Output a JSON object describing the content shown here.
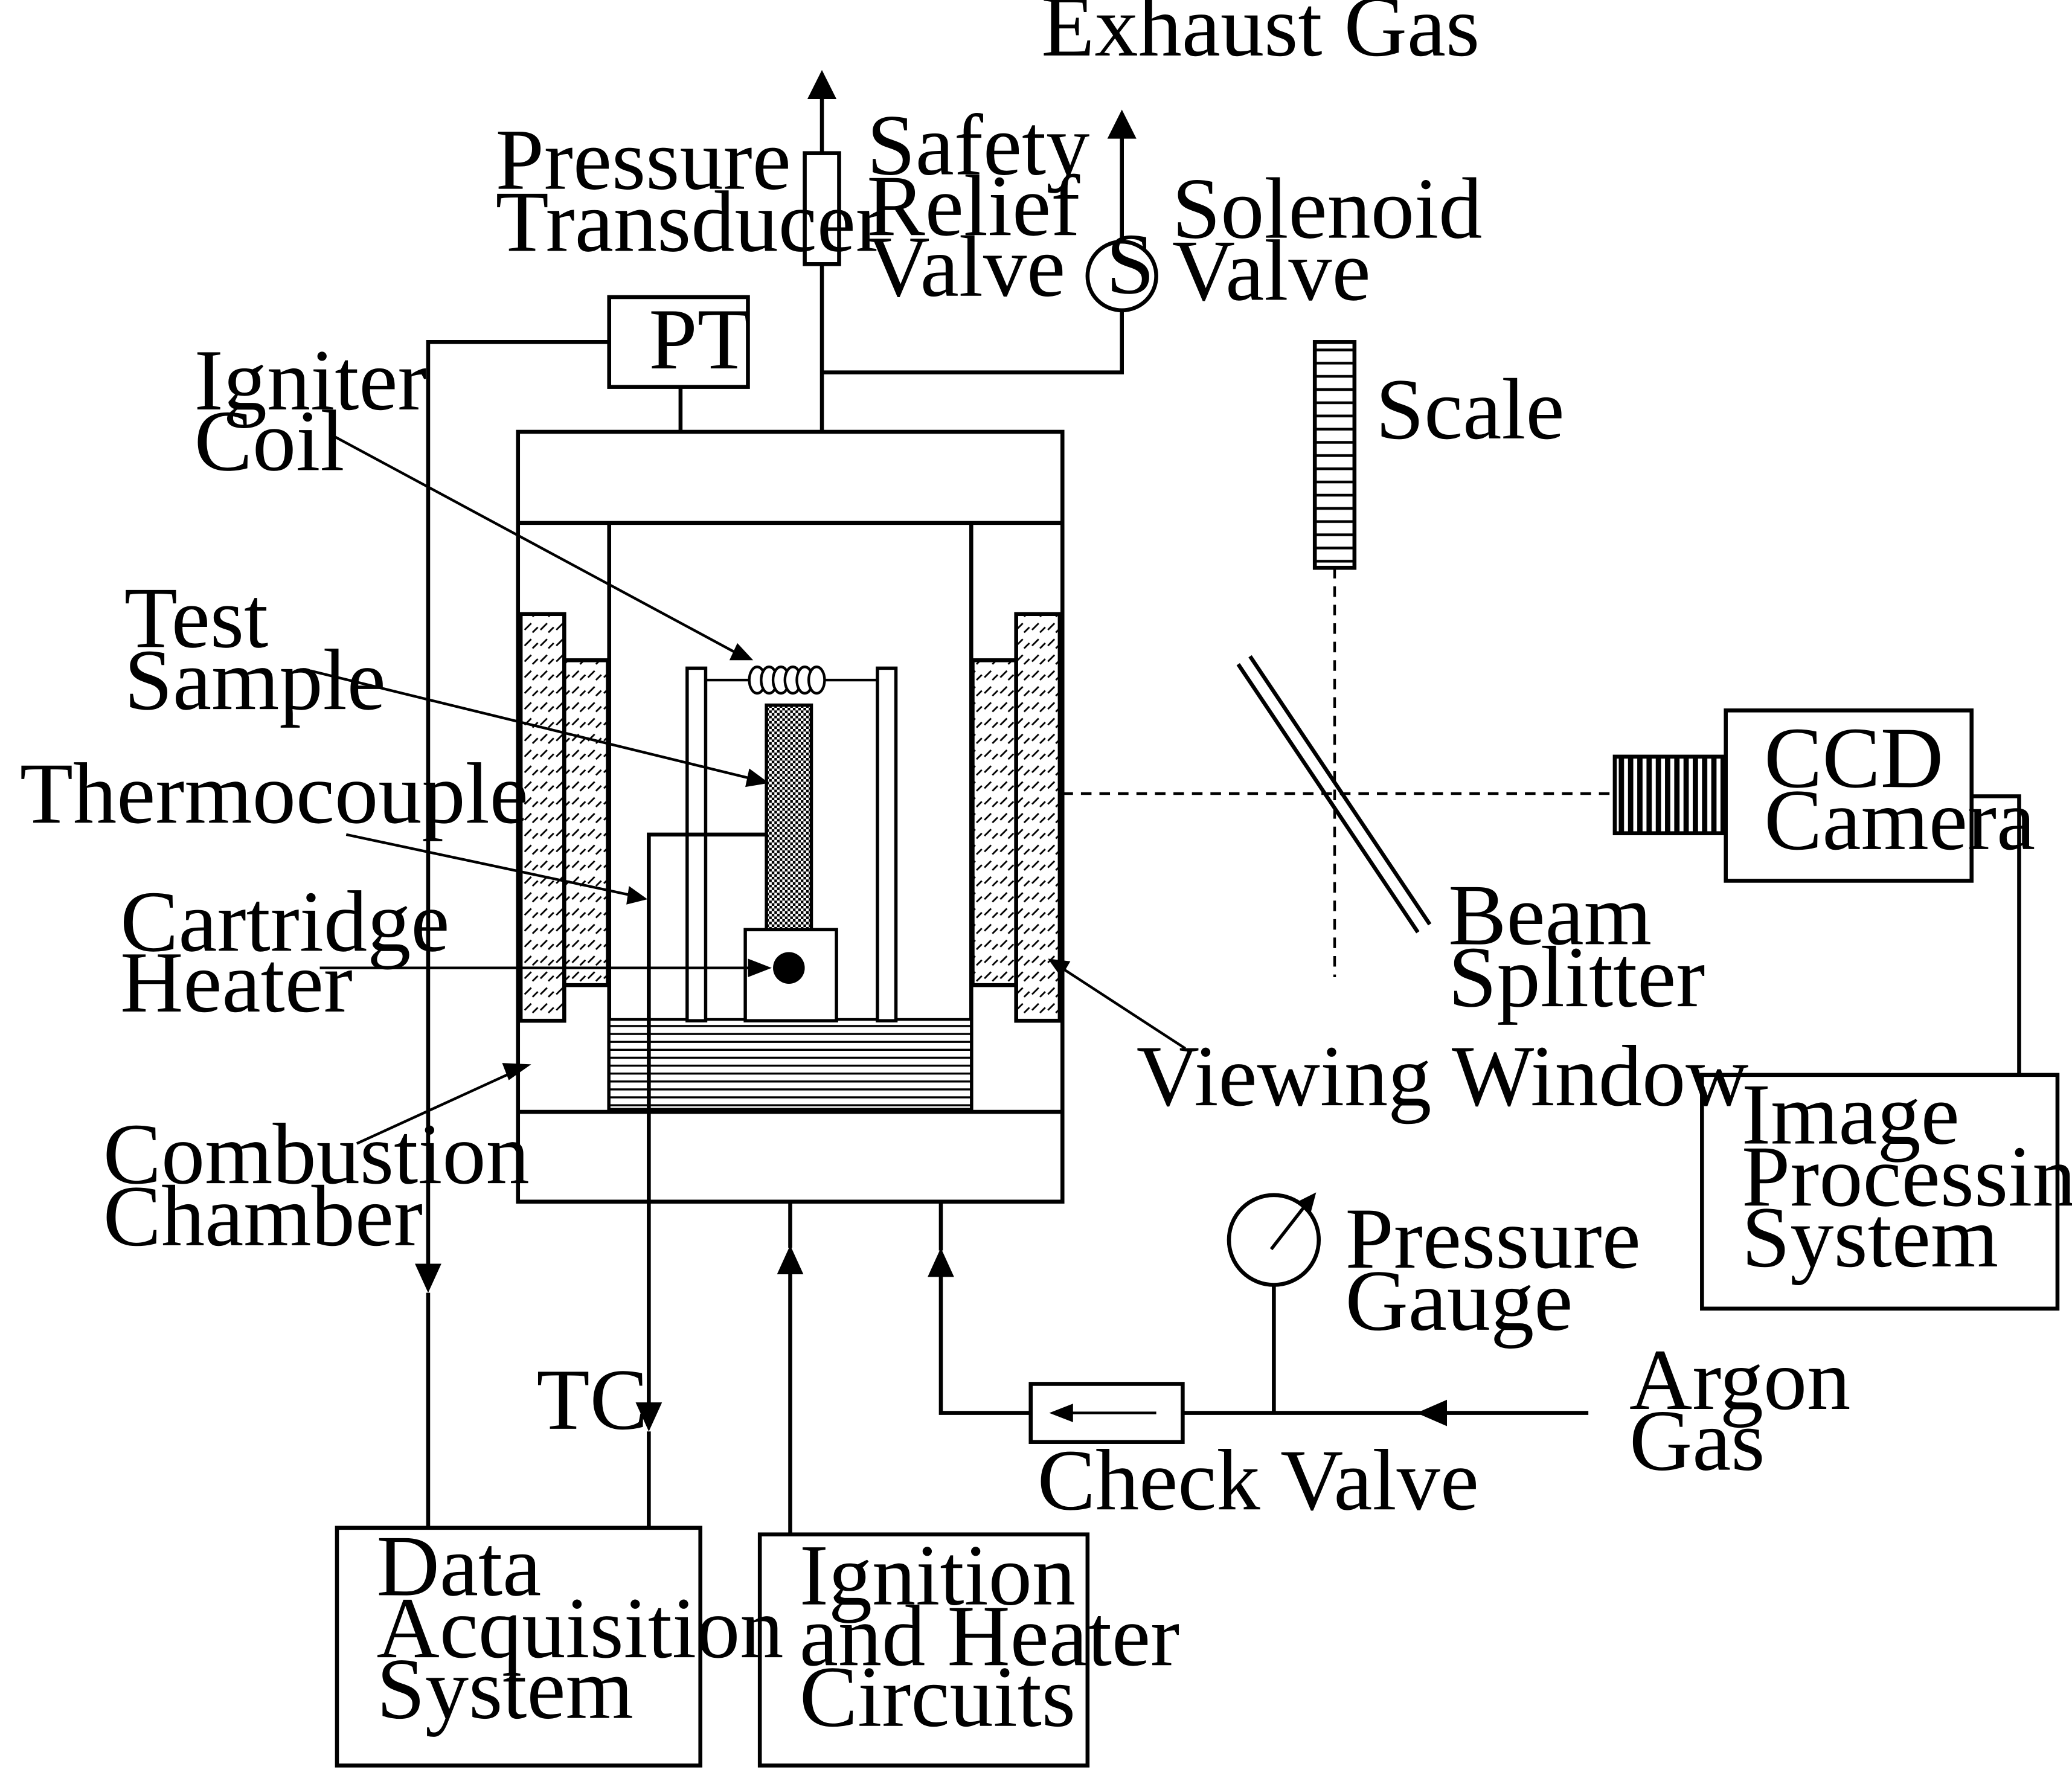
{
  "labels": {
    "exhaust_gas": "Exhaust Gas",
    "pressure_transducer": [
      "Pressure",
      "Transducer"
    ],
    "pt": "PT",
    "safety_relief_valve": [
      "Safety",
      "Relief",
      "Valve"
    ],
    "solenoid_valve": [
      "Solenoid",
      "Valve"
    ],
    "solenoid_symbol": "S",
    "scale": "Scale",
    "igniter_coil": [
      "Igniter",
      "Coil"
    ],
    "test_sample": [
      "Test",
      "Sample"
    ],
    "thermocouple": "Thermocouple",
    "cartridge_heater": [
      "Cartridge",
      "Heater"
    ],
    "combustion_chamber": [
      "Combustion",
      "Chamber"
    ],
    "beam_splitter": [
      "Beam",
      "Splitter"
    ],
    "ccd_camera": [
      "CCD",
      "Camera"
    ],
    "viewing_window": "Viewing Window",
    "image_processing_system": [
      "Image",
      "Processing",
      "System"
    ],
    "pressure_gauge": [
      "Pressure",
      "Gauge"
    ],
    "argon_gas": [
      "Argon",
      "Gas"
    ],
    "check_valve": "Check Valve",
    "tc": "TC",
    "data_acquisition_system": [
      "Data",
      "Acquisition",
      "System"
    ],
    "ignition_and_heater_circuits": [
      "Ignition",
      "and Heater",
      "Circuits"
    ]
  }
}
